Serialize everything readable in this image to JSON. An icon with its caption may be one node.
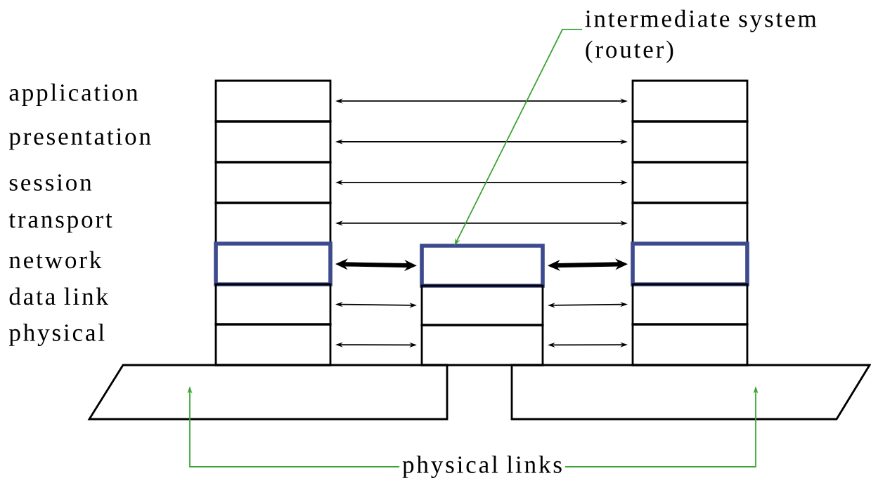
{
  "diagram": {
    "nodes": [
      {
        "text": [],
        "shape": "box"
      },
      {
        "text": [],
        "shape": "box"
      },
      {
        "text": [],
        "shape": "box"
      },
      {
        "text": [],
        "shape": "box"
      },
      {
        "text": [],
        "shape": "box"
      },
      {
        "text": [],
        "shape": "box"
      },
      {
        "text": [],
        "shape": "box"
      },
      {
        "text": [],
        "shape": "box"
      },
      {
        "text": [],
        "shape": "box"
      },
      {
        "text": [],
        "shape": "box"
      },
      {
        "text": [],
        "shape": "box"
      },
      {
        "text": [],
        "shape": "box"
      },
      {
        "text": [],
        "shape": "box"
      },
      {
        "text": [],
        "shape": "box"
      },
      {
        "text": [],
        "shape": "box"
      },
      {
        "text": [],
        "shape": "box"
      },
      {
        "text": [],
        "shape": "box"
      },
      {
        "text": [
          "intermediate system (router)"
        ]
      },
      {
        "text": [
          "physical links"
        ]
      },
      {
        "text": [],
        "shape": "parallelogram"
      },
      {
        "text": [],
        "shape": "parallelogram"
      }
    ],
    "edges": [
      {
        "from": 0,
        "to": 10,
        "arrow": "both"
      },
      {
        "from": 1,
        "to": 11,
        "arrow": "both"
      },
      {
        "from": 2,
        "to": 12,
        "arrow": "both"
      },
      {
        "from": 3,
        "to": 13,
        "arrow": "both"
      },
      {
        "from": 4,
        "to": 7,
        "arrow": "both",
        "style": "thick"
      },
      {
        "from": 7,
        "to": 14,
        "arrow": "both",
        "style": "thick"
      },
      {
        "from": 5,
        "to": 8,
        "arrow": "both"
      },
      {
        "from": 8,
        "to": 15,
        "arrow": "both"
      },
      {
        "from": 6,
        "to": 9,
        "arrow": "both"
      },
      {
        "from": 9,
        "to": 16,
        "arrow": "both"
      },
      {
        "from": 17,
        "to": 7,
        "arrow": "to",
        "color": "#3aa335"
      },
      {
        "from": 18,
        "to": 19,
        "arrow": "to",
        "color": "#3aa335"
      },
      {
        "from": 18,
        "to": 20,
        "arrow": "to",
        "color": "#3aa335"
      }
    ],
    "labels": [
      "application",
      "presentation",
      "session",
      "transport",
      "network",
      "data link",
      "physical"
    ]
  }
}
